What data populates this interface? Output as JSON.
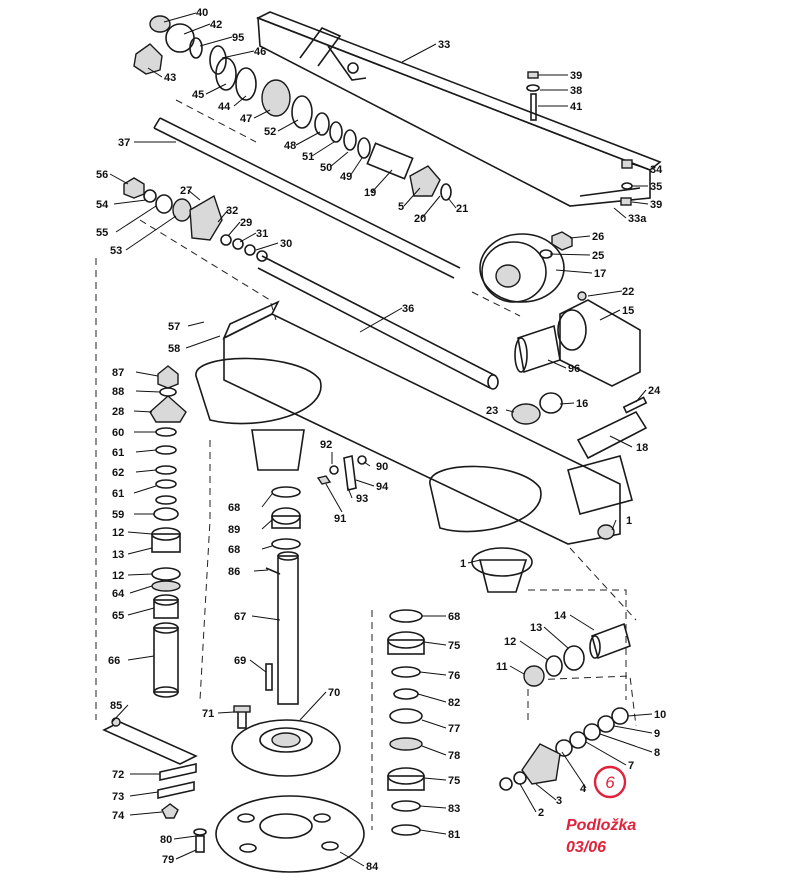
{
  "labels": [
    "40",
    "42",
    "95",
    "46",
    "43",
    "45",
    "44",
    "47",
    "52",
    "48",
    "51",
    "50",
    "49",
    "37",
    "33",
    "39",
    "38",
    "41",
    "34",
    "35",
    "39",
    "33a",
    "19",
    "5",
    "20",
    "21",
    "56",
    "27",
    "32",
    "29",
    "54",
    "31",
    "55",
    "30",
    "53",
    "26",
    "25",
    "17",
    "22",
    "15",
    "57",
    "36",
    "58",
    "96",
    "87",
    "16",
    "88",
    "23",
    "28",
    "24",
    "60",
    "18",
    "61",
    "92",
    "90",
    "62",
    "94",
    "61",
    "93",
    "59",
    "91",
    "12",
    "1",
    "68",
    "89",
    "13",
    "68",
    "1",
    "12",
    "86",
    "64",
    "65",
    "67",
    "68",
    "14",
    "75",
    "12",
    "13",
    "66",
    "69",
    "76",
    "11",
    "70",
    "82",
    "10",
    "85",
    "71",
    "77",
    "9",
    "8",
    "78",
    "7",
    "72",
    "6",
    "75",
    "4",
    "73",
    "83",
    "3",
    "74",
    "2",
    "80",
    "81",
    "79",
    "84"
  ],
  "callout": {
    "number": "6",
    "note_line1": "Podložka",
    "note_line2": "03/06",
    "color": "#e0233a"
  }
}
